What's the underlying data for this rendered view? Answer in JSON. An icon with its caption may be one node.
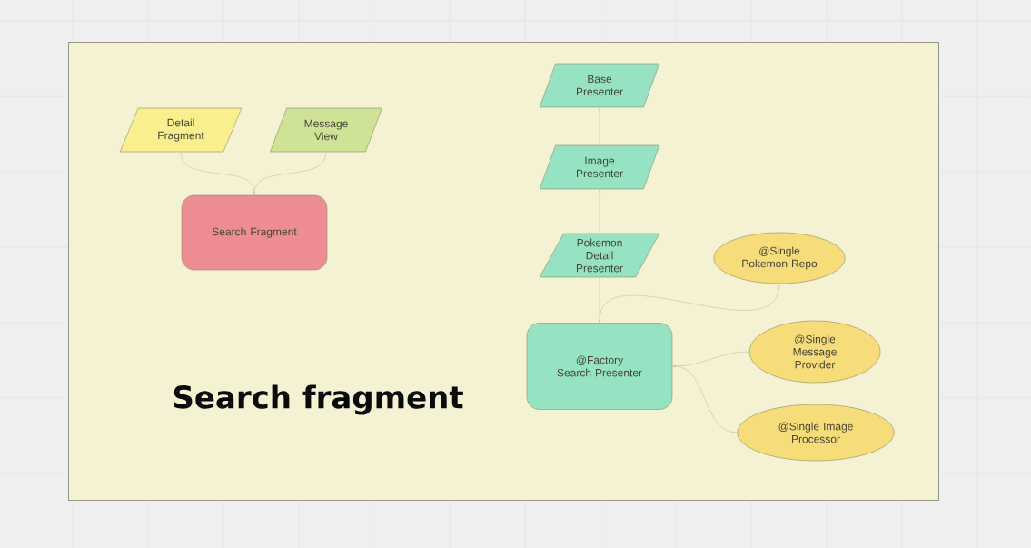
{
  "diagram": {
    "nodes": [
      {
        "text": [
          "Search fragment"
        ]
      },
      {
        "text": [
          "Detail Fragment"
        ],
        "in": 0
      },
      {
        "text": [
          "Message View"
        ],
        "in": 0
      },
      {
        "text": [
          "Search Fragment"
        ],
        "in": 0
      },
      {
        "text": [
          "Base Presenter"
        ],
        "in": 0
      },
      {
        "text": [
          "Image Presenter"
        ],
        "in": 0
      },
      {
        "text": [
          "Pokemon Detail Presenter"
        ],
        "in": 0
      },
      {
        "text": [
          "@Factory Search Presenter"
        ],
        "in": 0
      },
      {
        "text": [
          "@Single Pokemon Repo"
        ],
        "in": 0
      },
      {
        "text": [
          "@Single Message Provider"
        ],
        "in": 0
      },
      {
        "text": [
          "@Single Image Processor"
        ],
        "in": 0
      }
    ],
    "edges": [
      {
        "from": 1,
        "to": 3,
        "arrow": "to"
      },
      {
        "from": 2,
        "to": 3,
        "arrow": "to"
      },
      {
        "from": 5,
        "to": 4,
        "arrow": "to"
      },
      {
        "from": 6,
        "to": 5,
        "arrow": "to"
      },
      {
        "from": 6,
        "to": 7,
        "arrow": "to"
      },
      {
        "from": 8,
        "to": 7,
        "arrow": "to"
      },
      {
        "from": 9,
        "to": 7,
        "arrow": "to"
      },
      {
        "from": 10,
        "to": 7,
        "arrow": "to"
      }
    ]
  }
}
